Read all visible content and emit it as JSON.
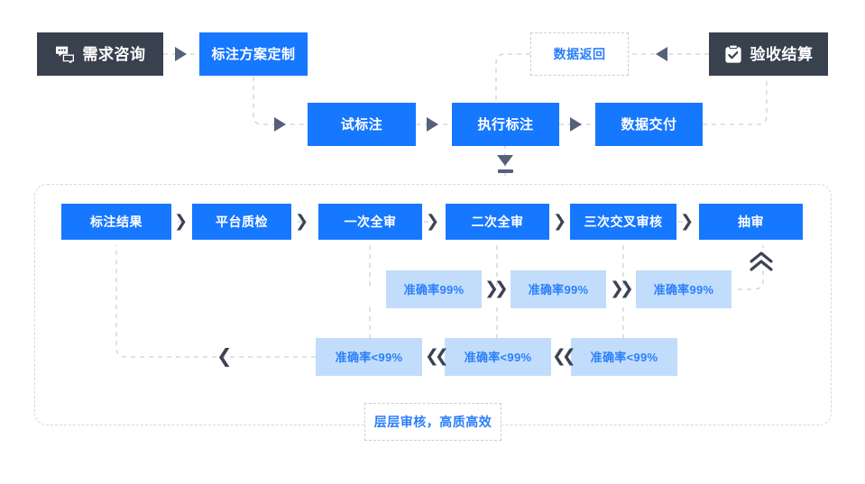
{
  "diagram": {
    "title_nodes": {
      "consult": "需求咨询",
      "settlement": "验收结算"
    },
    "pipeline": [
      {
        "id": "plan",
        "label": "标注方案定制"
      },
      {
        "id": "trial",
        "label": "试标注"
      },
      {
        "id": "execute",
        "label": "执行标注"
      },
      {
        "id": "delivery",
        "label": "数据交付"
      }
    ],
    "ghost_nodes": {
      "data_return": "数据返回",
      "footer_note": "层层审核，高质高效"
    },
    "audit_stages": [
      {
        "id": "result",
        "label": "标注结果"
      },
      {
        "id": "qc",
        "label": "平台质检"
      },
      {
        "id": "review1",
        "label": "一次全审"
      },
      {
        "id": "review2",
        "label": "二次全审"
      },
      {
        "id": "review3",
        "label": "三次交叉审核"
      },
      {
        "id": "sampling",
        "label": "抽审"
      }
    ],
    "pass_chips": [
      {
        "id": "pass1",
        "label": "准确率99%"
      },
      {
        "id": "pass2",
        "label": "准确率99%"
      },
      {
        "id": "pass3",
        "label": "准确率99%"
      }
    ],
    "fail_chips": [
      {
        "id": "fail1",
        "label": "准确率<99%"
      },
      {
        "id": "fail2",
        "label": "准确率<99%"
      },
      {
        "id": "fail3",
        "label": "准确率<99%"
      }
    ],
    "separators": {
      "stage_chevron": "❯",
      "pass_chevron": "❯❯",
      "fail_chevron": "❮❮",
      "loopback_chevron": "❮",
      "up_chevron": "⌃"
    },
    "icons": {
      "consult": "chat-bubbles-icon",
      "settlement": "clipboard-check-icon",
      "flow_arrow": "triangle-right-icon",
      "return_arrow": "triangle-left-icon",
      "drill_down": "triangle-down-icon"
    },
    "colors": {
      "dark": "#39414f",
      "blue": "#1677ff",
      "chip_bg": "#c2ddfb",
      "chip_text": "#2b7ffb",
      "dash": "#d4d8de",
      "arrow": "#55607a",
      "background": "#ffffff"
    }
  }
}
